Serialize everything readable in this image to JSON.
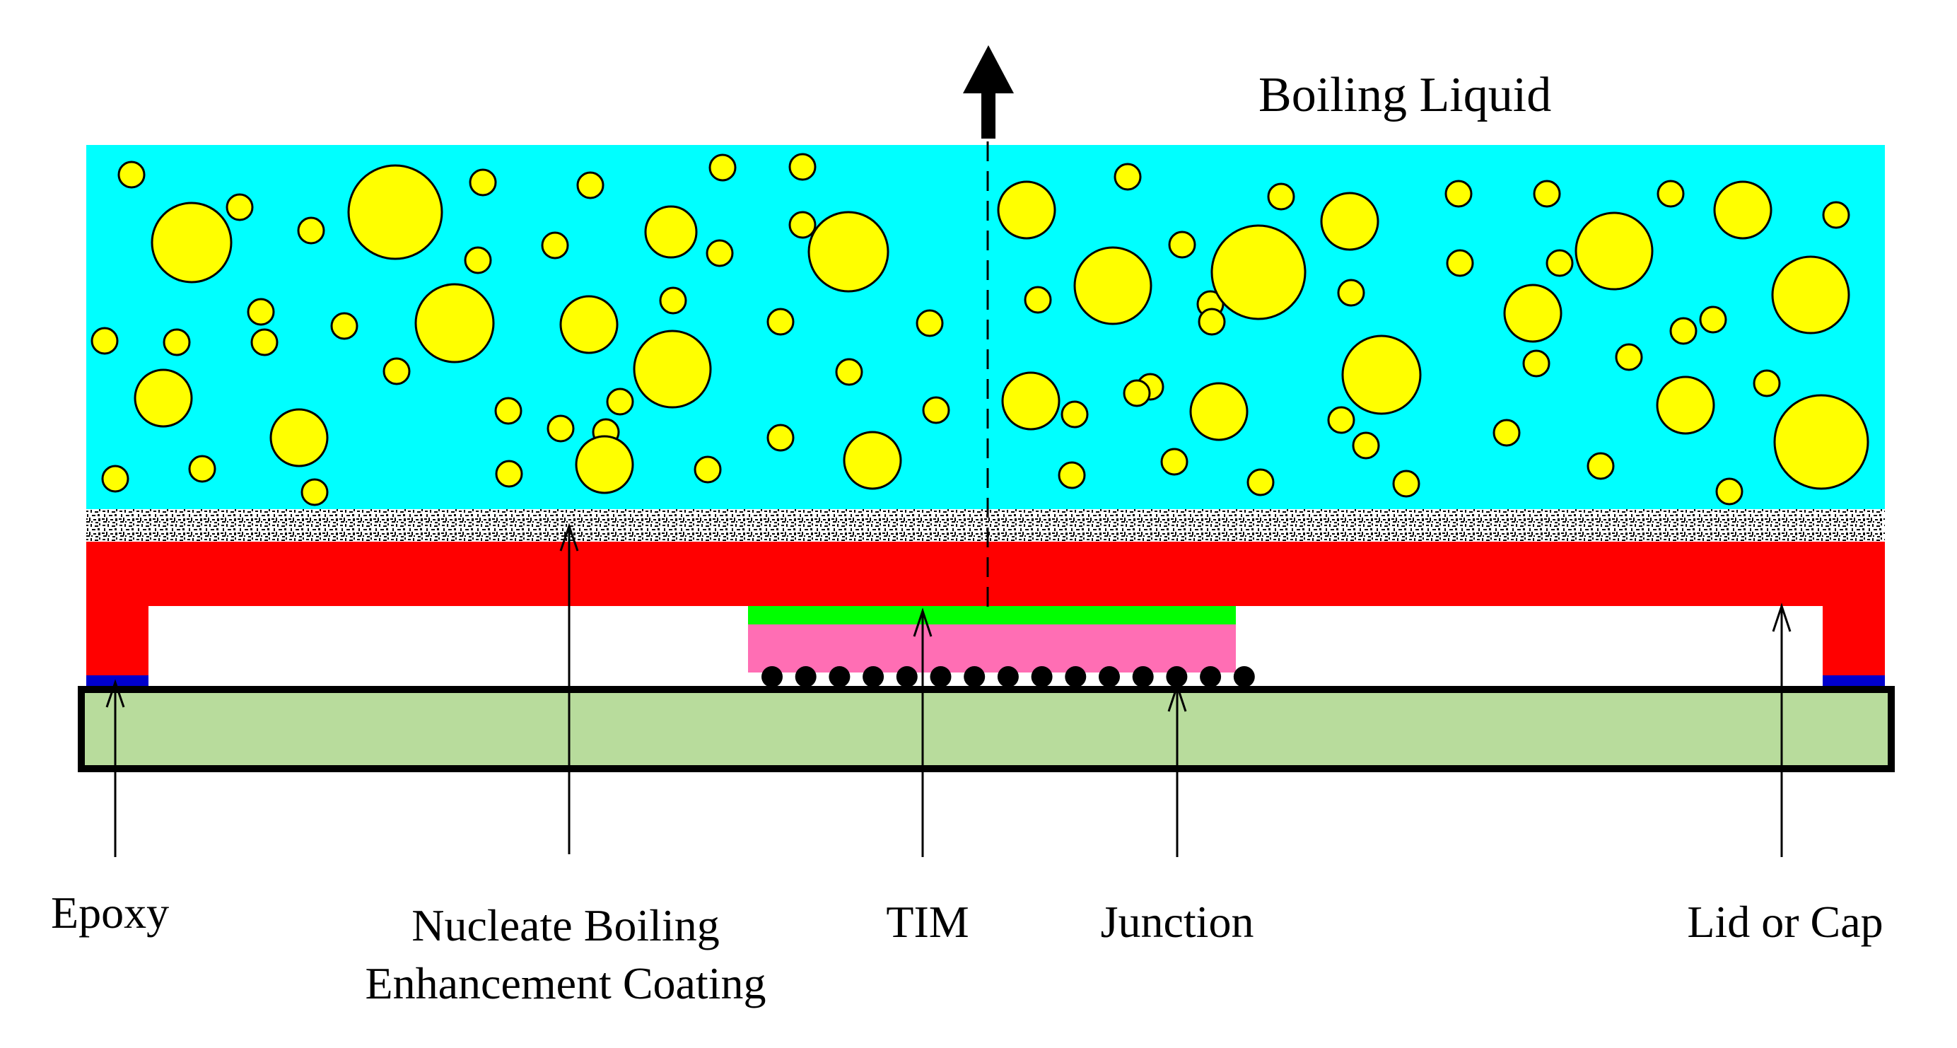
{
  "title": "Boiling Liquid",
  "labels": {
    "epoxy": "Epoxy",
    "coating_line1": "Nucleate Boiling",
    "coating_line2": "Enhancement Coating",
    "tim": "TIM",
    "junction": "Junction",
    "lid": "Lid or Cap"
  },
  "colors": {
    "liquid": "#00FFFF",
    "bubble": "#FFFF00",
    "lid": "#FF0000",
    "tim": "#00FF00",
    "die": "#FF6EB4",
    "substrate": "#B8DC9C",
    "epoxy": "#0000CC",
    "outline": "#000000"
  },
  "icons": {
    "heat_flow": "up-arrow-icon"
  }
}
